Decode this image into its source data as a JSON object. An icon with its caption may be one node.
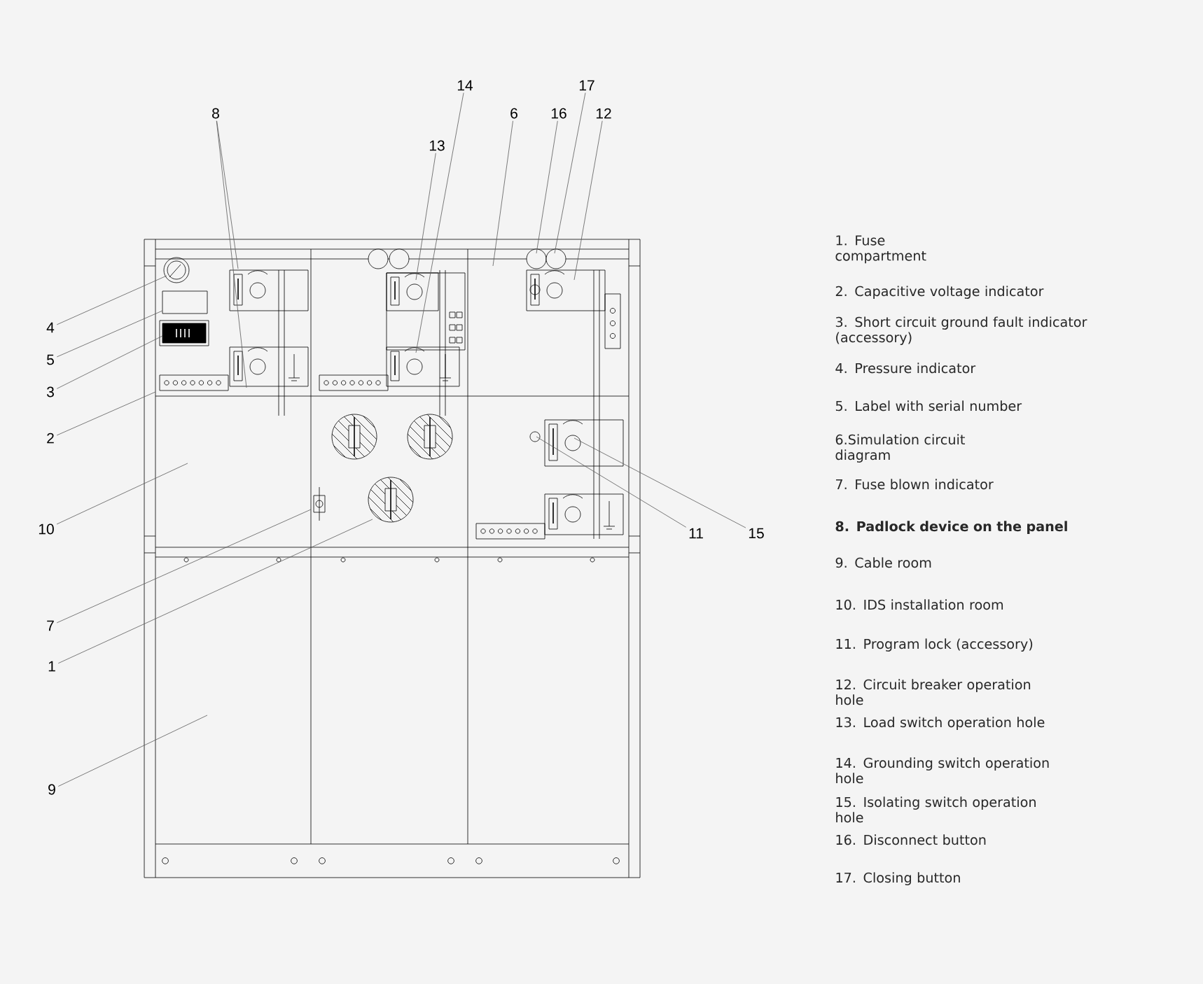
{
  "diagram": {
    "nodes": [
      {
        "text": [
          "1"
        ]
      },
      {
        "text": [
          "2"
        ]
      },
      {
        "text": [
          "3"
        ]
      },
      {
        "text": [
          "4"
        ]
      },
      {
        "text": [
          "5"
        ]
      },
      {
        "text": [
          "6"
        ]
      },
      {
        "text": [
          "7"
        ]
      },
      {
        "text": [
          "8"
        ]
      },
      {
        "text": [
          "9"
        ]
      },
      {
        "text": [
          "10"
        ]
      },
      {
        "text": [
          "11"
        ]
      },
      {
        "text": [
          "12"
        ]
      },
      {
        "text": [
          "13"
        ]
      },
      {
        "text": [
          "14"
        ]
      },
      {
        "text": [
          "15"
        ]
      },
      {
        "text": [
          "16"
        ]
      },
      {
        "text": [
          "17"
        ]
      }
    ],
    "edges": [
      {
        "from": 0,
        "to": null,
        "arrow": "none"
      },
      {
        "from": 1,
        "to": null,
        "arrow": "none"
      },
      {
        "from": 2,
        "to": null,
        "arrow": "none"
      },
      {
        "from": 3,
        "to": null,
        "arrow": "none"
      },
      {
        "from": 4,
        "to": null,
        "arrow": "none"
      },
      {
        "from": 5,
        "to": null,
        "arrow": "none"
      },
      {
        "from": 6,
        "to": null,
        "arrow": "none"
      },
      {
        "from": 7,
        "to": null,
        "arrow": "none"
      },
      {
        "from": 7,
        "to": null,
        "arrow": "none"
      },
      {
        "from": 8,
        "to": null,
        "arrow": "none"
      },
      {
        "from": 9,
        "to": null,
        "arrow": "none"
      },
      {
        "from": 10,
        "to": null,
        "arrow": "none"
      },
      {
        "from": 11,
        "to": null,
        "arrow": "none"
      },
      {
        "from": 12,
        "to": null,
        "arrow": "none"
      },
      {
        "from": 13,
        "to": null,
        "arrow": "none"
      },
      {
        "from": 14,
        "to": null,
        "arrow": "none"
      },
      {
        "from": 15,
        "to": null,
        "arrow": "none"
      },
      {
        "from": 16,
        "to": null,
        "arrow": "none"
      }
    ],
    "labels": [
      "1. Fuse compartment",
      "2. Capacitive voltage indicator",
      "3. Short circuit ground fault indicator (accessory)",
      "4. Pressure indicator",
      "5. Label with serial number",
      "6.Simulation circuit diagram",
      "7. Fuse blown indicator",
      "8. Padlock device on the panel",
      "9. Cable room",
      "10. IDS installation room",
      "11. Program lock (accessory)",
      "12. Circuit breaker operation hole",
      "13. Load switch operation hole",
      "14. Grounding switch operation hole",
      "15. Isolating switch operation hole",
      "16. Disconnect button",
      "17. Closing button"
    ]
  }
}
